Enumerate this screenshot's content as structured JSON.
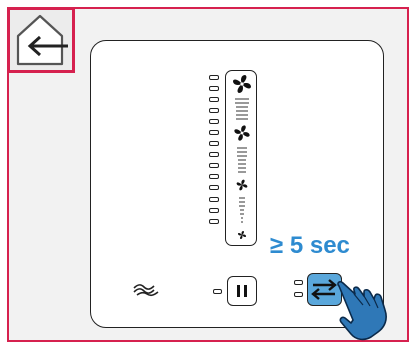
{
  "home_button": {
    "icon": "home-back-arrow-icon",
    "accent": "#d6214f"
  },
  "fan_panel": {
    "speed_leds": 14,
    "fan_icons": [
      "fan-icon-large",
      "fan-icon-medium",
      "fan-icon-small",
      "fan-icon-tiny"
    ]
  },
  "instruction": {
    "hold_label": "≥ 5 sec",
    "color": "#2e8bd0"
  },
  "controls": {
    "airflow_icon": "airflow-wave-icon",
    "pause_icon": "pause-icon",
    "direction_icon": "swap-direction-icon",
    "direction_color": "#5aa7db",
    "hand_icon": "pointing-hand-icon",
    "hand_color": "#2f78b7"
  }
}
